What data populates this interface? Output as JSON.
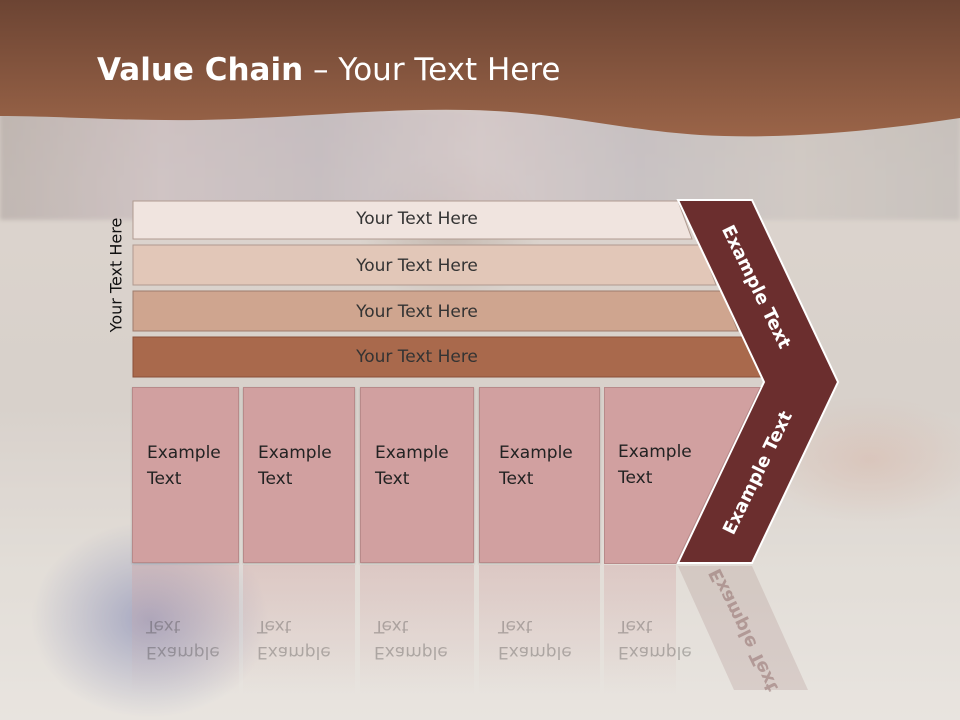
{
  "header": {
    "title_bold": "Value Chain",
    "title_rest": " – Your Text Here"
  },
  "side_label": "Your Text Here",
  "bars": [
    {
      "label": "Your Text Here",
      "color": "#f0e4df"
    },
    {
      "label": "Your Text Here",
      "color": "#e2c7b8"
    },
    {
      "label": "Your Text Here",
      "color": "#cfa58f"
    },
    {
      "label": "Your Text Here",
      "color": "#a9694c"
    }
  ],
  "boxes": [
    {
      "line1": "Example",
      "line2": "Text"
    },
    {
      "line1": "Example",
      "line2": "Text"
    },
    {
      "line1": "Example",
      "line2": "Text"
    },
    {
      "line1": "Example",
      "line2": "Text"
    },
    {
      "line1": "Example",
      "line2": "Text"
    }
  ],
  "chevron": {
    "top_label": "Example Text",
    "bottom_label": "Example Text",
    "color": "#6b2e2e"
  },
  "colors": {
    "header": "#8a5a43",
    "box": "#d1a0a0"
  }
}
